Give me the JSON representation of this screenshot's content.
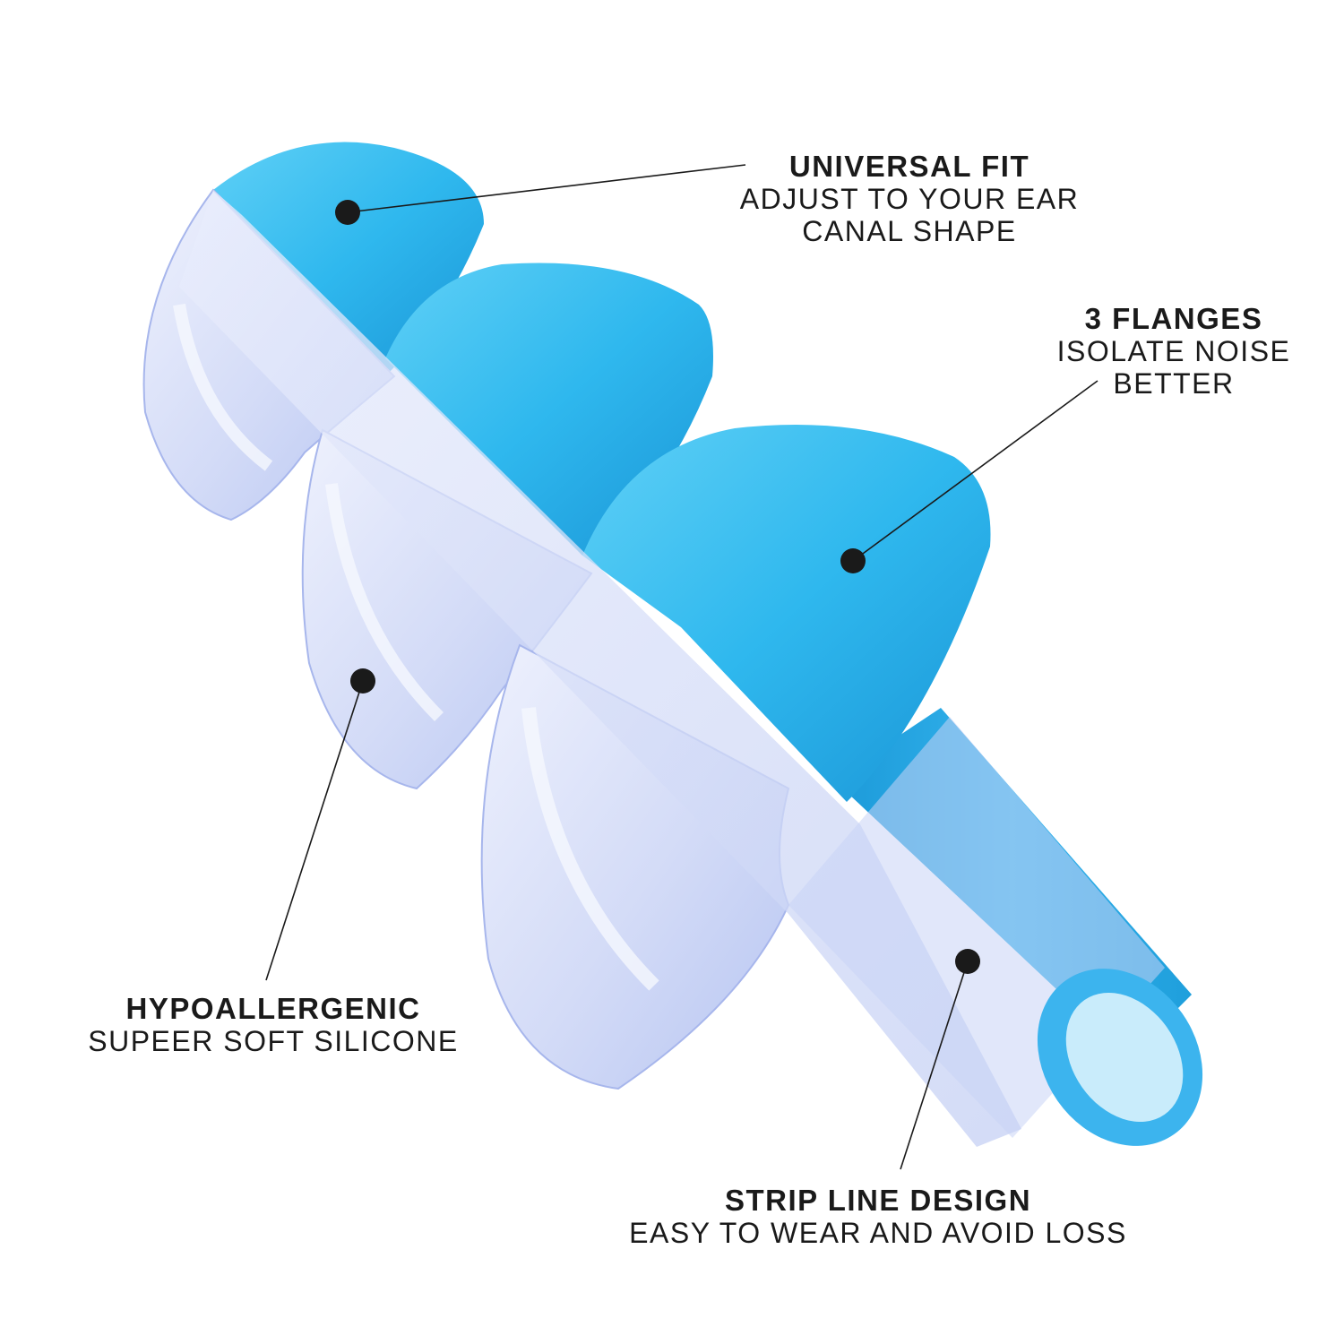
{
  "colors": {
    "flange_blue": "#28b5ec",
    "flange_blue_light": "#55ccf5",
    "flange_blue_dark": "#1592d4",
    "silicone_clear": "#d5dcf8",
    "silicone_edge": "#a9b8ee",
    "silicone_highlight": "#f2f4fd",
    "stem_blue": "#2aa6e6",
    "leader": "#1a1a1a"
  },
  "callouts": [
    {
      "id": "universal-fit",
      "title": "UNIVERSAL FIT",
      "lines": [
        "ADJUST TO YOUR EAR",
        "CANAL SHAPE"
      ]
    },
    {
      "id": "three-flanges",
      "title": "3 FLANGES",
      "lines": [
        "ISOLATE NOISE",
        "BETTER"
      ]
    },
    {
      "id": "hypoallergenic",
      "title": "HYPOALLERGENIC",
      "lines": [
        "SUPEER SOFT SILICONE"
      ]
    },
    {
      "id": "strip-line-design",
      "title": "STRIP LINE DESIGN",
      "lines": [
        "EASY TO WEAR AND AVOID LOSS"
      ]
    }
  ]
}
